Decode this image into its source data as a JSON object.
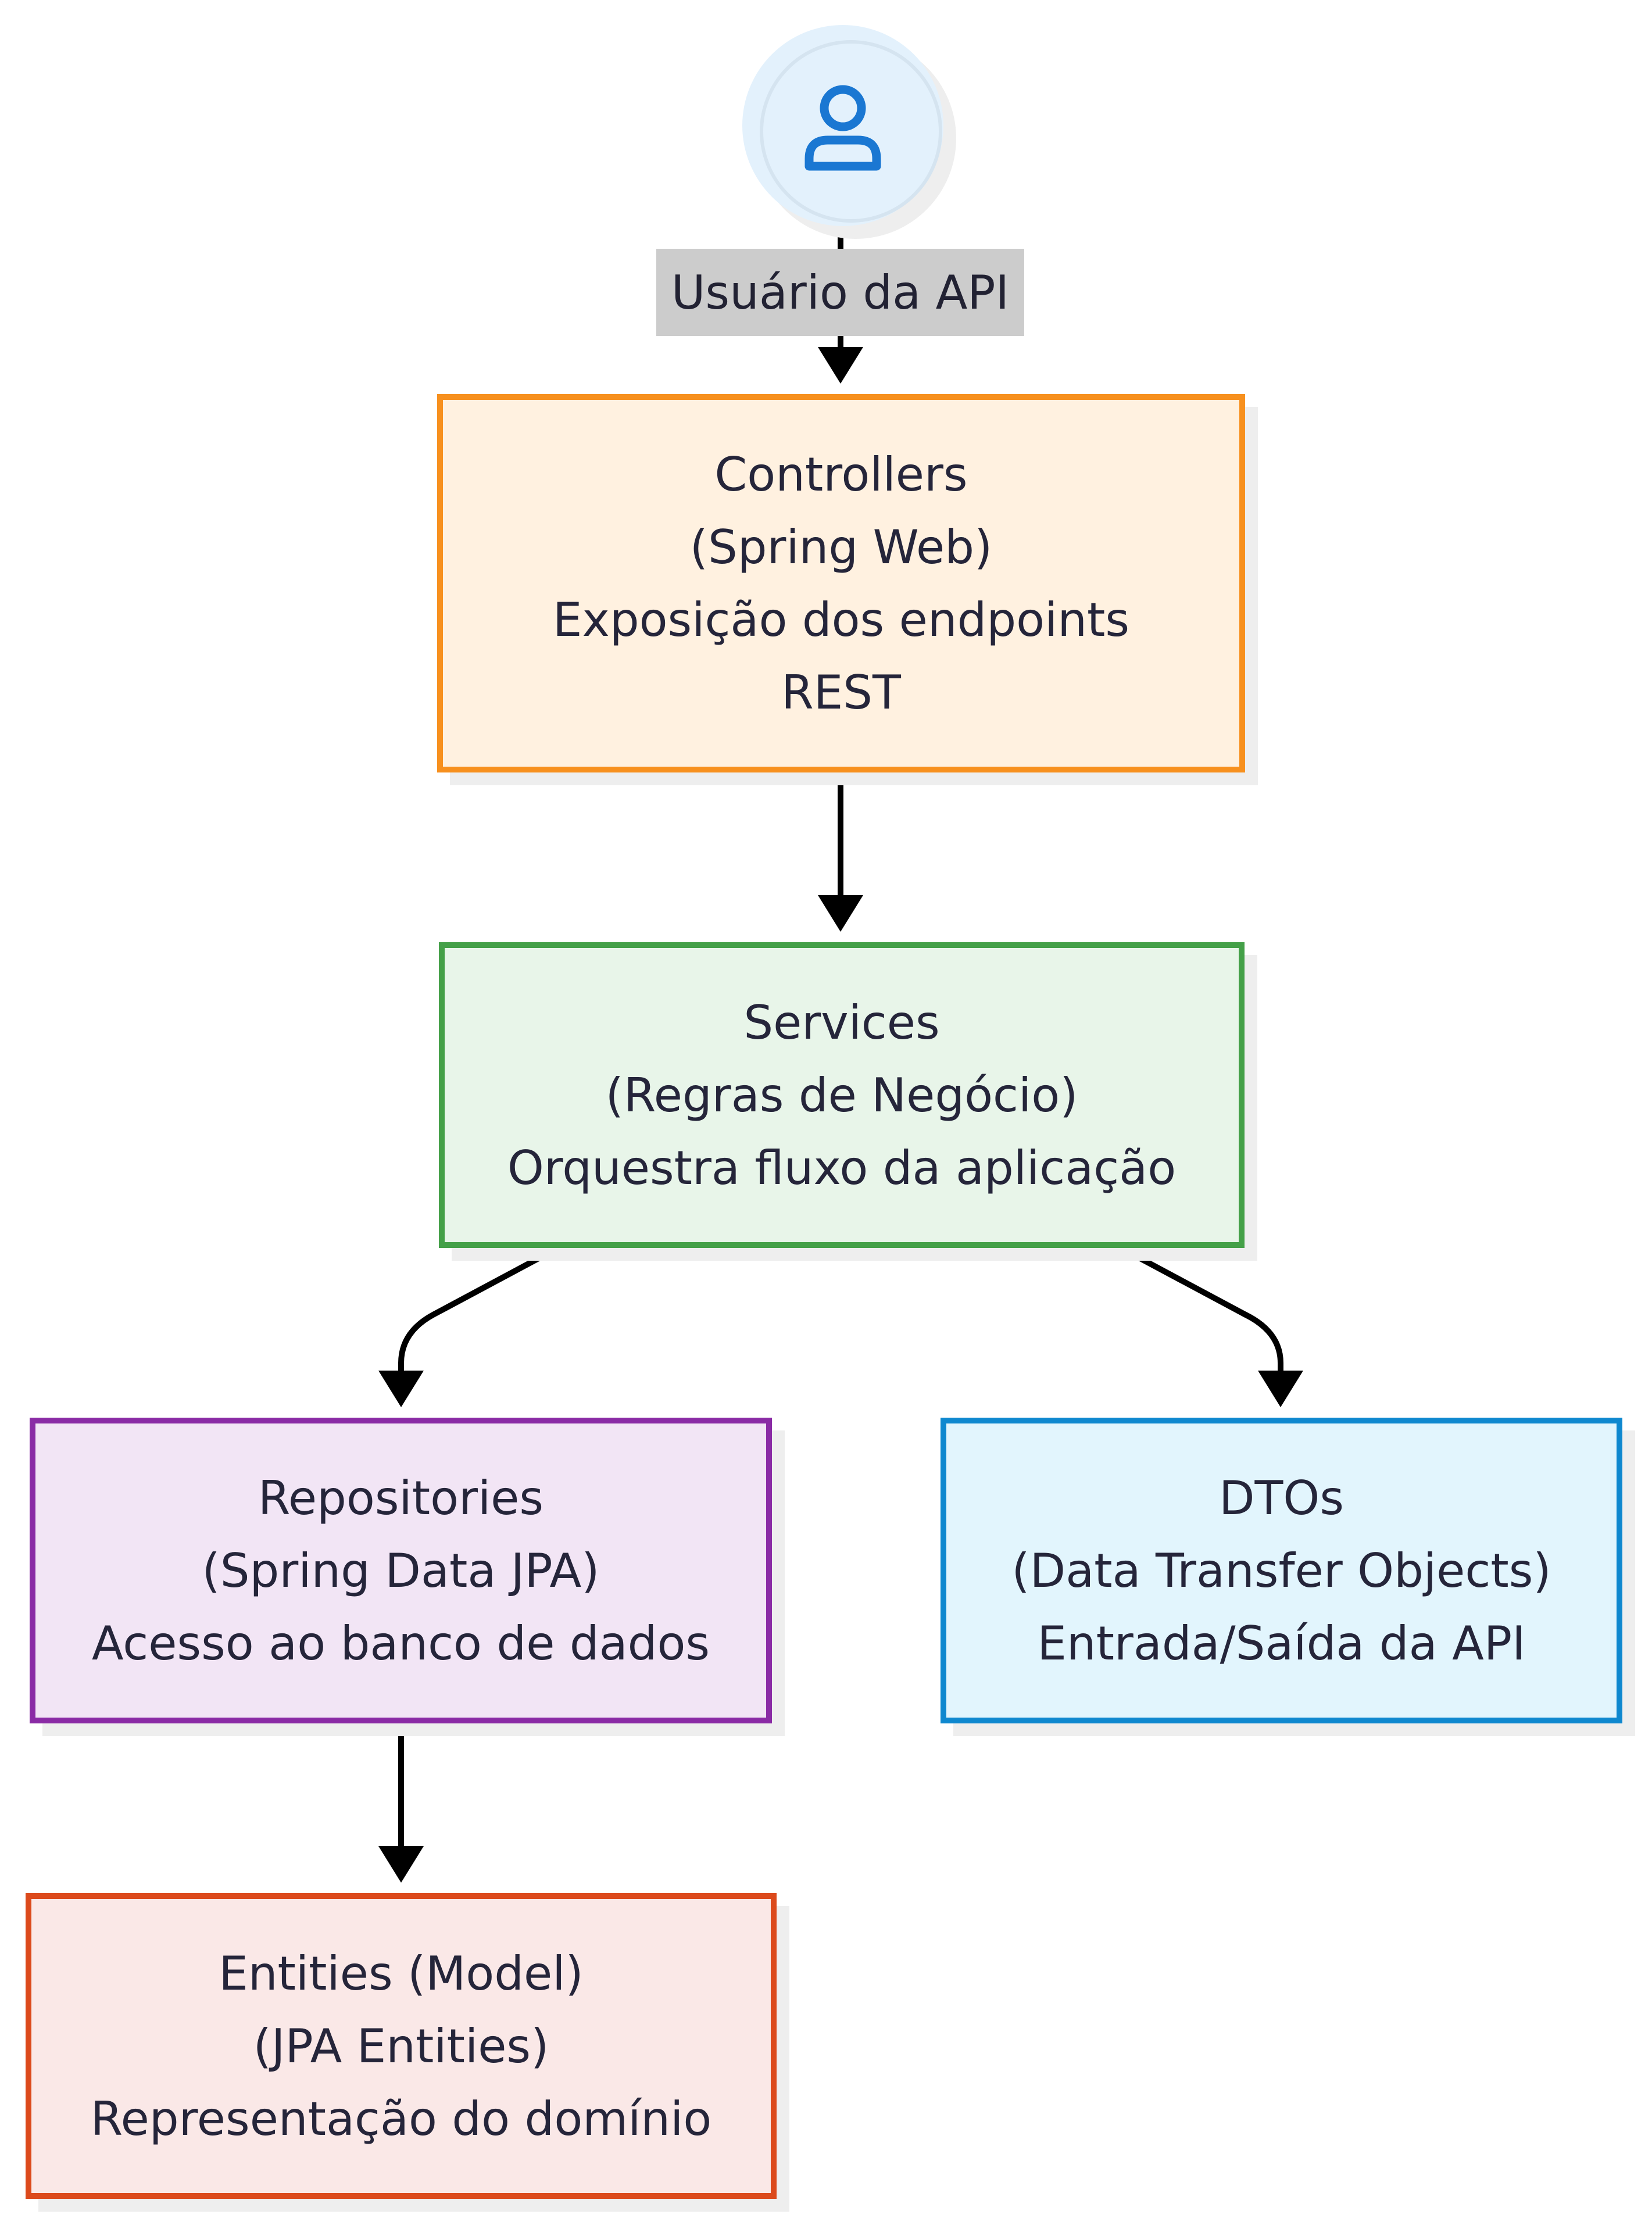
{
  "actor": {
    "icon": "user-icon",
    "label": "Usuário da API"
  },
  "nodes": {
    "controllers": {
      "line1": "Controllers",
      "line2": "(Spring Web)",
      "line3": "Exposição dos endpoints",
      "line4": "REST"
    },
    "services": {
      "line1": "Services",
      "line2": "(Regras de Negócio)",
      "line3": "Orquestra fluxo da aplicação"
    },
    "repositories": {
      "line1": "Repositories",
      "line2": "(Spring Data JPA)",
      "line3": "Acesso ao banco de dados"
    },
    "dtos": {
      "line1": "DTOs",
      "line2": "(Data Transfer Objects)",
      "line3": "Entrada/Saída da API"
    },
    "entities": {
      "line1": "Entities (Model)",
      "line2": "(JPA Entities)",
      "line3": "Representação do domínio"
    }
  },
  "edges": [
    {
      "from": "actor",
      "to": "controllers"
    },
    {
      "from": "controllers",
      "to": "services"
    },
    {
      "from": "services",
      "to": "repositories"
    },
    {
      "from": "services",
      "to": "dtos"
    },
    {
      "from": "repositories",
      "to": "entities"
    }
  ],
  "colors": {
    "controllers": {
      "fill": "#fff1e0",
      "border": "#f7901e"
    },
    "services": {
      "fill": "#e8f5e9",
      "border": "#44a048"
    },
    "repositories": {
      "fill": "#f2e5f5",
      "border": "#8a2ba5"
    },
    "dtos": {
      "fill": "#e2f5fd",
      "border": "#0f88cf"
    },
    "entities": {
      "fill": "#fae8e7",
      "border": "#dc4a1c"
    },
    "actor": {
      "fill": "#e3f1fc",
      "icon": "#1a77d2"
    },
    "edge": "#000000"
  }
}
